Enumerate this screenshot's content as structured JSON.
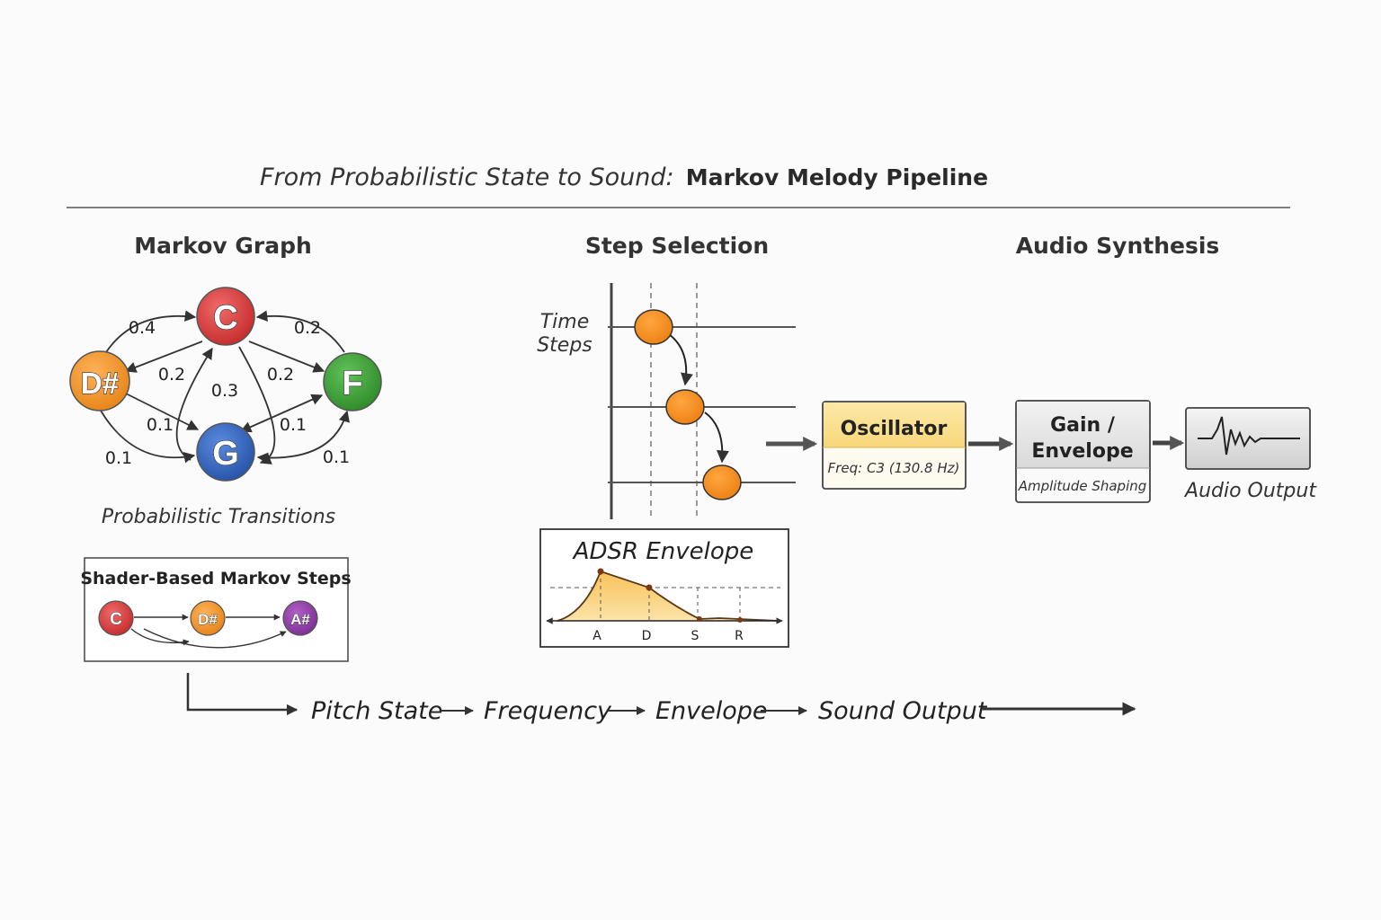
{
  "title": {
    "prefix": "From Probabilistic State to Sound:",
    "emphasis": "Markov Melody Pipeline"
  },
  "sections": {
    "markov_graph": "Markov Graph",
    "step_selection": "Step Selection",
    "audio_synthesis": "Audio Synthesis"
  },
  "markov_graph": {
    "nodes": [
      "C",
      "D#",
      "F",
      "G"
    ],
    "colors": {
      "C": "#d63b3b",
      "D#": "#f0922a",
      "F": "#3e9e3a",
      "G": "#2f62b3",
      "A#": "#8e3ea5"
    },
    "weights": {
      "dsharp_to_c": "0.4",
      "f_to_c": "0.2",
      "c_to_dsharp": "0.2",
      "c_to_f": "0.2",
      "c_g": "0.3",
      "dsharp_to_g_inner": "0.1",
      "f_to_g_inner": "0.1",
      "dsharp_to_g_outer": "0.1",
      "f_g_outer": "0.1"
    },
    "caption": "Probabilistic Transitions"
  },
  "shader_box": {
    "title": "Shader-Based Markov Steps",
    "nodes": [
      "C",
      "D#",
      "A#"
    ]
  },
  "step_selection": {
    "time_label_line1": "Time",
    "time_label_line2": "Steps"
  },
  "adsr": {
    "title": "ADSR Envelope",
    "labels": [
      "A",
      "D",
      "S",
      "R"
    ]
  },
  "oscillator": {
    "title": "Oscillator",
    "freq": "Freq: C3 (130.8 Hz)"
  },
  "gain": {
    "title_line1": "Gain /",
    "title_line2": "Envelope",
    "subtitle": "Amplitude Shaping"
  },
  "audio_output_label": "Audio Output",
  "pipeline": [
    "Pitch State",
    "Frequency",
    "Envelope",
    "Sound Output"
  ]
}
